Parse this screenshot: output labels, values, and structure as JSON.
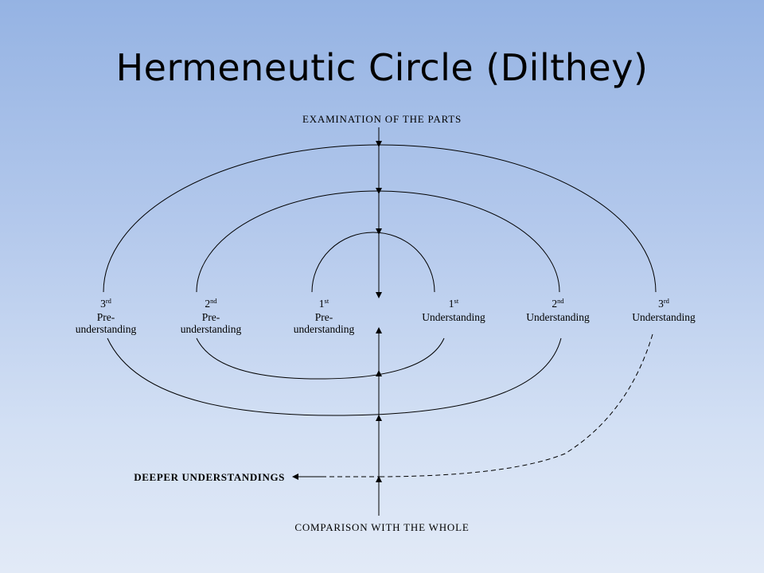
{
  "title": "Hermeneutic Circle (Dilthey)",
  "labels": {
    "top": "EXAMINATION OF THE PARTS",
    "bottom": "COMPARISON WITH THE WHOLE",
    "deeper": "DEEPER UNDERSTANDINGS"
  },
  "left_stages": [
    {
      "num": "1",
      "suffix": "st",
      "line1": "Pre-",
      "line2": "understanding"
    },
    {
      "num": "2",
      "suffix": "nd",
      "line1": "Pre-",
      "line2": "understanding"
    },
    {
      "num": "3",
      "suffix": "rd",
      "line1": "Pre-",
      "line2": "understanding"
    }
  ],
  "right_stages": [
    {
      "num": "1",
      "suffix": "st",
      "line1": "Understanding"
    },
    {
      "num": "2",
      "suffix": "nd",
      "line1": "Understanding"
    },
    {
      "num": "3",
      "suffix": "rd",
      "line1": "Understanding"
    }
  ]
}
